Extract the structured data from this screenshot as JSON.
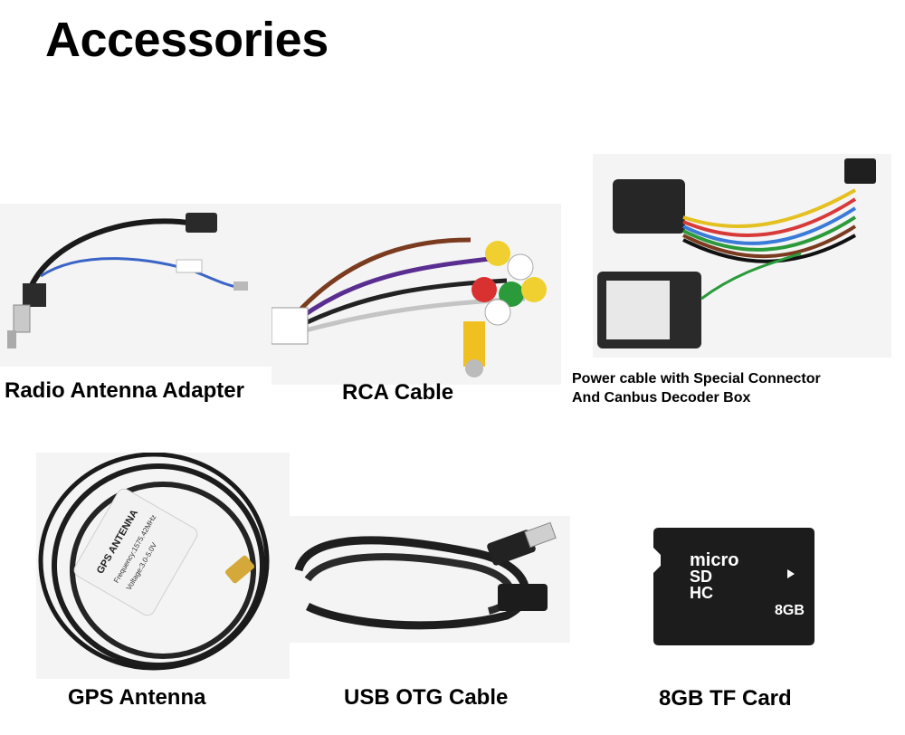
{
  "title": "Accessories",
  "items": [
    {
      "caption": "Radio Antenna Adapter",
      "icon": "antenna-adapter-icon"
    },
    {
      "caption": "RCA Cable",
      "icon": "rca-cable-icon"
    },
    {
      "caption_lines": [
        "Power cable with Special Connector",
        "And Canbus Decoder Box"
      ],
      "icon": "power-cable-icon"
    },
    {
      "caption": "GPS Antenna",
      "icon": "gps-antenna-icon"
    },
    {
      "caption": "USB OTG Cable",
      "icon": "usb-cable-icon"
    },
    {
      "caption": "8GB TF Card",
      "icon": "microsd-card-icon"
    }
  ],
  "sd_card": {
    "brand": "micro",
    "logo": "SD",
    "class": "HC",
    "capacity": "8GB"
  },
  "gps_label": {
    "line1": "GPS ANTENNA",
    "line2": "Frequency:1575.42MHz",
    "line3": "Voltage:3.0-5.0V"
  }
}
